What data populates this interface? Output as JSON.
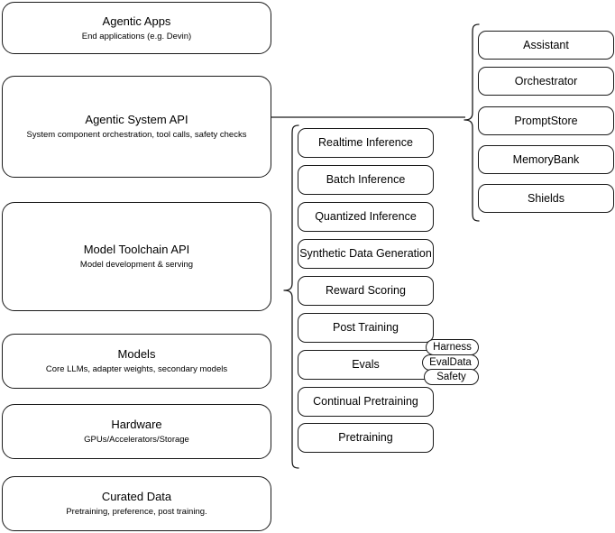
{
  "diagram": {
    "type": "layered-architecture",
    "background_color": "#ffffff",
    "stroke_color": "#1a1a1a"
  },
  "stack": {
    "name": "left-layer-stack",
    "layers": [
      {
        "id": "agentic-apps",
        "title": "Agentic Apps",
        "subtitle": "End applications (e.g. Devin)"
      },
      {
        "id": "agentic-system-api",
        "title": "Agentic System API",
        "subtitle": "System component orchestration, tool calls, safety checks"
      },
      {
        "id": "model-toolchain-api",
        "title": "Model Toolchain API",
        "subtitle": "Model development & serving"
      },
      {
        "id": "models",
        "title": "Models",
        "subtitle": "Core LLMs, adapter weights, secondary models"
      },
      {
        "id": "hardware",
        "title": "Hardware",
        "subtitle": "GPUs/Accelerators/Storage"
      },
      {
        "id": "curated-data",
        "title": "Curated Data",
        "subtitle": "Pretraining, preference, post training."
      }
    ]
  },
  "toolchain_capabilities": {
    "name": "model-toolchain-capability-list",
    "items": [
      {
        "id": "realtime-inference",
        "label": "Realtime Inference"
      },
      {
        "id": "batch-inference",
        "label": "Batch Inference"
      },
      {
        "id": "quantized-inference",
        "label": "Quantized Inference"
      },
      {
        "id": "synthetic-data-generation",
        "label": "Synthetic Data Generation"
      },
      {
        "id": "reward-scoring",
        "label": "Reward Scoring"
      },
      {
        "id": "post-training",
        "label": "Post Training"
      },
      {
        "id": "evals",
        "label": "Evals"
      },
      {
        "id": "continual-pretraining",
        "label": "Continual Pretraining"
      },
      {
        "id": "pretraining",
        "label": "Pretraining"
      }
    ]
  },
  "evals_subcomponents": {
    "name": "evals-subcomponent-pills",
    "items": [
      {
        "id": "harness",
        "label": "Harness"
      },
      {
        "id": "evaldata",
        "label": "EvalData"
      },
      {
        "id": "safety",
        "label": "Safety"
      }
    ]
  },
  "system_components": {
    "name": "agentic-system-component-list",
    "items": [
      {
        "id": "assistant",
        "label": "Assistant"
      },
      {
        "id": "orchestrator",
        "label": "Orchestrator"
      },
      {
        "id": "promptstore",
        "label": "PromptStore"
      },
      {
        "id": "memorybank",
        "label": "MemoryBank"
      },
      {
        "id": "shields",
        "label": "Shields"
      }
    ]
  }
}
